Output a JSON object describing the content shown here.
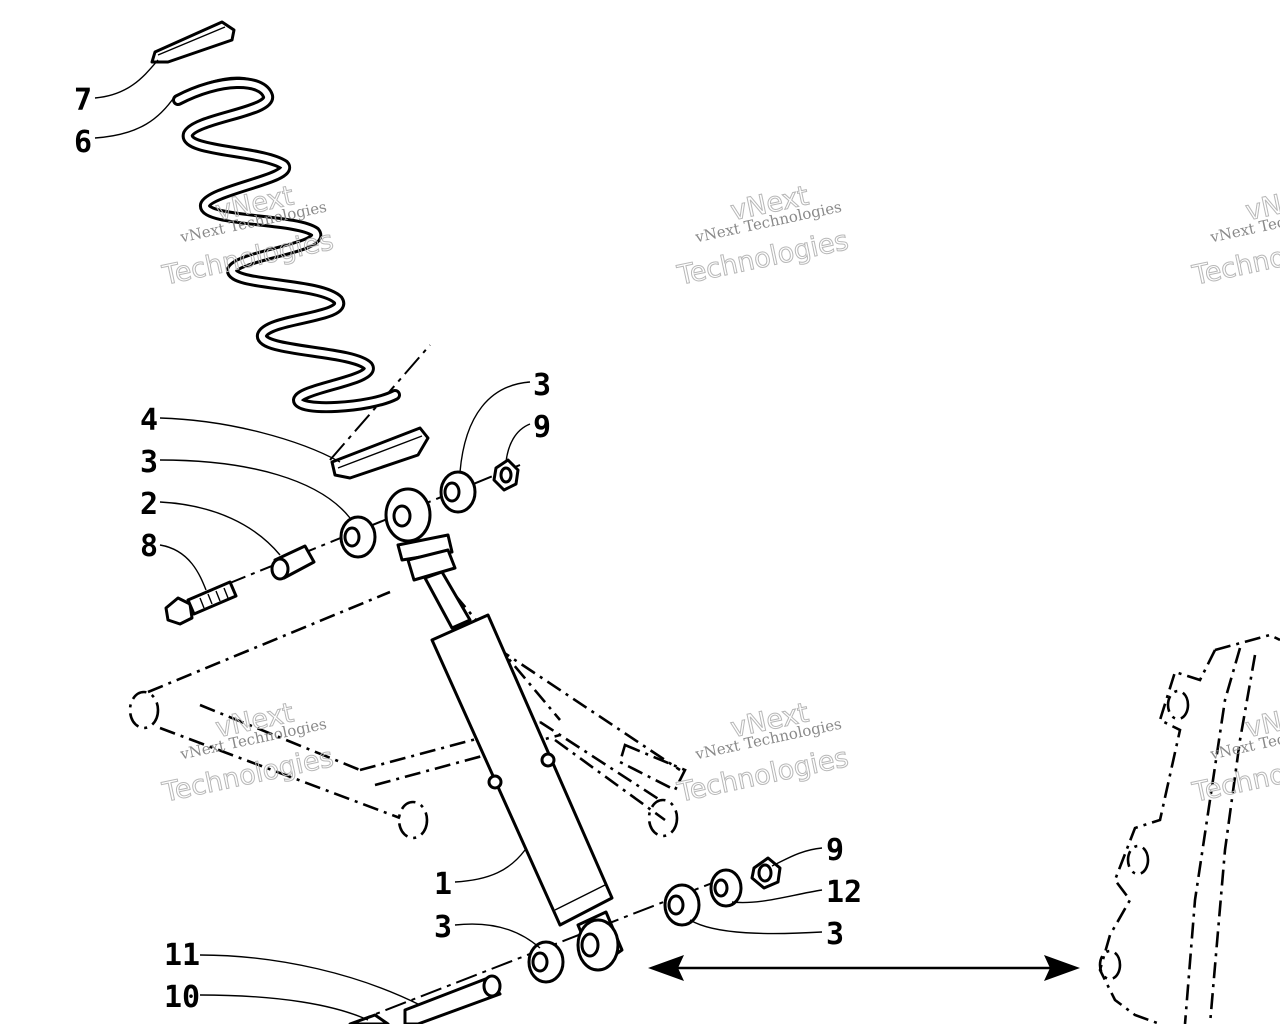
{
  "watermark": {
    "line1": "vNext Technologies",
    "line2": "vNext",
    "line3": "Technologies"
  },
  "callouts": {
    "c7": "7",
    "c6": "6",
    "c4": "4",
    "c3a": "3",
    "c2": "2",
    "c8": "8",
    "c3b": "3",
    "c9a": "9",
    "c1": "1",
    "c3c": "3",
    "c9b": "9",
    "c12": "12",
    "c3d": "3",
    "c11": "11",
    "c10": "10"
  },
  "icons": [
    "coil-spring-icon",
    "shock-absorber-icon",
    "hex-bolt-icon",
    "hex-nut-icon",
    "bushing-icon",
    "double-arrow-icon"
  ]
}
